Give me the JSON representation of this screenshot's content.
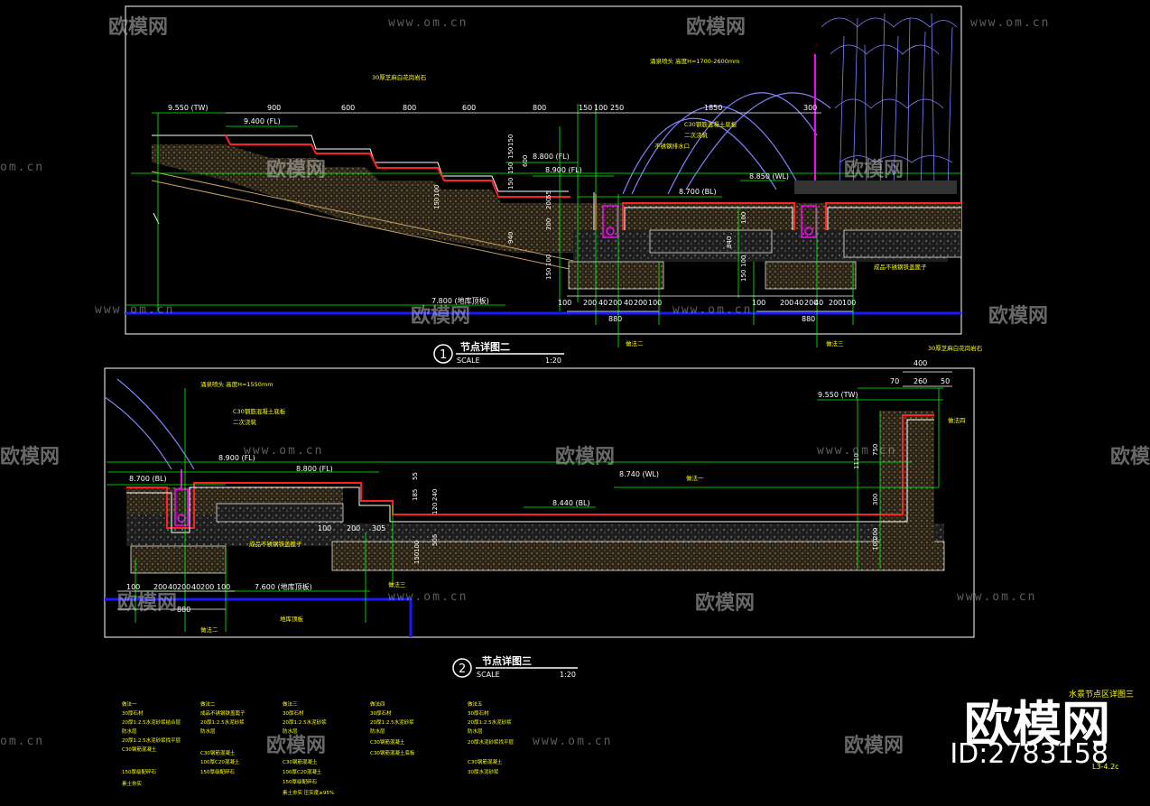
{
  "watermark": {
    "brand": "欧模网",
    "url": "www.om.cn",
    "url_short": "om.cn",
    "id_text": "ID:2783158"
  },
  "detail1": {
    "number": "1",
    "title": "节点详图二",
    "scale_label": "SCALE",
    "scale_value": "1:20",
    "levels": [
      "9.550 (TW)",
      "9.400 (FL)",
      "8.800 (FL)",
      "8.900 (FL)",
      "8.850 (WL)",
      "8.700 (BL)",
      "7.800 (地库顶板)"
    ],
    "dims_top": [
      "900",
      "600",
      "800",
      "600",
      "800",
      "150",
      "100",
      "250",
      "1850",
      "300"
    ],
    "dims_bottom": [
      "100",
      "200",
      "40",
      "200",
      "40",
      "200",
      "100",
      "100",
      "200",
      "40",
      "200",
      "40",
      "200",
      "100"
    ],
    "dims_total": [
      "880",
      "880"
    ],
    "vertical_dims": [
      "150",
      "150",
      "600",
      "150",
      "150",
      "200",
      "55",
      "940",
      "200",
      "150",
      "100",
      "150",
      "100",
      "840",
      "150",
      "100",
      "100"
    ],
    "notes": [
      "30厚芝麻白花岗岩石",
      "C30钢筋混凝土底板",
      "二次浇筑",
      "不锈钢排水口",
      "涌泉喷头 高度H=1700-2600mm",
      "成品不锈钢铁盖篦子",
      "做法二",
      "做法三"
    ]
  },
  "detail2": {
    "number": "2",
    "title": "节点详图三",
    "scale_label": "SCALE",
    "scale_value": "1:20",
    "levels": [
      "9.550 (TW)",
      "8.700 (BL)",
      "8.900 (FL)",
      "8.800 (FL)",
      "8.740 (WL)",
      "8.440 (BL)",
      "7.600 (地库顶板)"
    ],
    "dims_top": [
      "400",
      "70",
      "260",
      "50"
    ],
    "dims_bottom": [
      "100",
      "200",
      "40",
      "200",
      "40",
      "200",
      "100"
    ],
    "dims_total": [
      "880"
    ],
    "dims_mid": [
      "100",
      "200",
      "305"
    ],
    "vertical_dims": [
      "1110",
      "750",
      "300",
      "200",
      "100",
      "505",
      "150",
      "100",
      "55",
      "185",
      "240",
      "120"
    ],
    "notes": [
      "涌泉喷头 高度H=1550mm",
      "C30钢筋混凝土底板",
      "二次浇筑",
      "成品不锈钢铁盖篦子",
      "30厚芝麻白花岗岩石",
      "做法一",
      "做法二",
      "做法三",
      "做法四",
      "地库顶板"
    ]
  },
  "legend": {
    "columns": [
      {
        "title": "做法一",
        "lines": [
          "30厚石材",
          "20厚1:2.5水泥砂浆结合层",
          "防水层",
          "20厚1:2.5水泥砂浆找平层",
          "C30钢筋混凝土",
          "150厚级配碎石",
          "素土夯实"
        ]
      },
      {
        "title": "做法二",
        "lines": [
          "成品不锈钢铁盖篦子",
          "20厚1:2.5水泥砂浆",
          "防水层",
          "C30钢筋混凝土",
          "100厚C20混凝土",
          "150厚级配碎石"
        ]
      },
      {
        "title": "做法三",
        "lines": [
          "30厚石材",
          "20厚1:2.5水泥砂浆",
          "防水层",
          "C30钢筋混凝土",
          "100厚C20混凝土",
          "150厚级配碎石",
          "素土夯实 压实度≥95%"
        ]
      },
      {
        "title": "做法四",
        "lines": [
          "30厚石材",
          "20厚1:2.5水泥砂浆",
          "防水层",
          "C30钢筋混凝土",
          "C30钢筋混凝土底板"
        ]
      },
      {
        "title": "做法五",
        "lines": [
          "30厚石材",
          "20厚1:2.5水泥砂浆",
          "防水层",
          "20厚水泥砂浆找平层",
          "C30钢筋混凝土",
          "30厚水泥砂浆"
        ]
      }
    ],
    "sheet_title": "水景节点区详图三",
    "sheet_no": "L3-4.2c"
  },
  "colors": {
    "background": "#000000",
    "frame": "#ffffff",
    "level_line": "#00ff00",
    "outline_red": "#ff2020",
    "ground_blue": "#1a1aff",
    "dim_cyan": "#ffffff",
    "text_yellow": "#ffff00",
    "text_green": "#00ff00",
    "pipe_magenta": "#ff00ff",
    "hatch": "#c8a060",
    "plant_blue": "#8080ff"
  }
}
